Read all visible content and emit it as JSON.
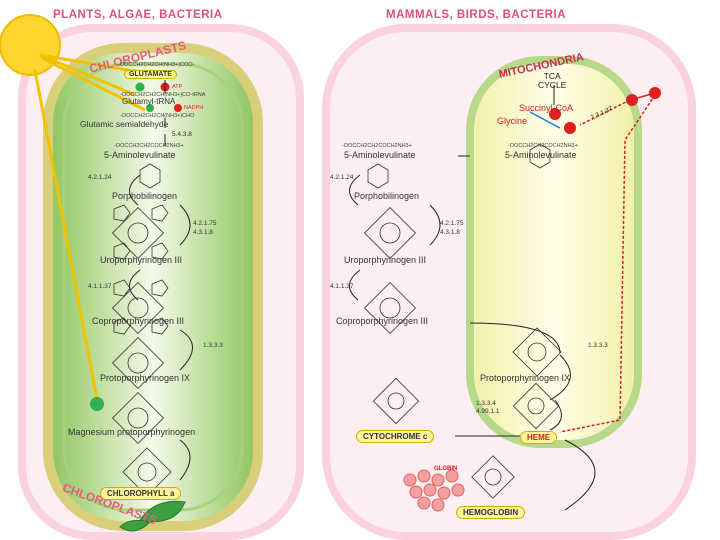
{
  "headers": {
    "left": "PLANTS, ALGAE, BACTERIA",
    "right": "MAMMALS, BIRDS, BACTERIA"
  },
  "organelles": {
    "chloroplast_top": "CHLOROPLASTS",
    "chloroplast_bottom": "CHLOROPLASTS",
    "mitochondria": "MITOCHONDRIA"
  },
  "left_pathway": {
    "glutamate": "GLUTAMATE",
    "glutamate_formula": "-OOCCH2CH2CH(NH3+)COO-",
    "trna_formula": "-OOCCH2CH2CH(NH3+)CO-tRNA",
    "trna_label": "Glutamyl-tRNA",
    "gsa_formula": "-OOCCH2CH2CH(NH3+)CHO",
    "gsa_label": "Glutamic semialdehyde",
    "ec_gsa": "5.4.3.8",
    "ala_formula": "-OOCCH2CH2COCH2NH3+",
    "ala": "5-Aminolevulinate",
    "ec_ala": "4.2.1.24",
    "pbg": "Porphobilinogen",
    "ec_pbg": "4.3.1.8",
    "ec_pbg2": "4.2.1.75",
    "uro": "Uroporphyrinogen III",
    "ec_uro": "4.1.1.37",
    "copro": "Coproporphyrinogen III",
    "ec_copro": "1.3.3.3",
    "proto": "Protoporphyrinogen IX",
    "mgproto": "Magnesium protoporphyrinogen",
    "chlorophyll": "CHLOROPHYLL a",
    "small_red_1": "ATP",
    "small_red_2": "NADPH"
  },
  "right_pathway": {
    "tca": "TCA",
    "cycle": "CYCLE",
    "succinyl": "Succinyl-CoA",
    "glycine": "Glycine",
    "ec_ala_synth": "2.3.1.37",
    "ala_formula": "-OOCCH2CH2COCH2NH3+",
    "ala_in": "5-Aminolevulinate",
    "ala": "5-Aminolevulinate",
    "ec_ala": "4.2.1.24",
    "pbg": "Porphobilinogen",
    "ec_pbg": "4.3.1.8",
    "ec_pbg2": "4.2.1.75",
    "uro": "Uroporphyrinogen III",
    "ec_uro": "4.1.1.37",
    "copro": "Coproporphyrinogen III",
    "ec_copro": "1.3.3.3",
    "proto": "Protoporphyrinogen IX",
    "ec_proto": "1.3.3.4",
    "ec_heme1": "1.3.3.4",
    "ec_heme2": "4.99.1.1",
    "cytochrome": "CYTOCHROME c",
    "heme": "HEME",
    "globin": "GLOBIN",
    "hemoglobin": "HEMOGLOBIN"
  },
  "colors": {
    "header": "#e05070",
    "outer_cell": "#fbd3de",
    "chloroplast_ring": "#d9cf7a",
    "chloroplast_green": "#a9d27a",
    "mito_ring": "#b9d98a",
    "mito_fill": "#fdf8c8",
    "pill_fill": "#fff59a",
    "sun": "#ffd62e",
    "red_node": "#e02020",
    "green_node": "#30b050"
  },
  "icons": {
    "sun": "sun-icon",
    "leaf": "leaf-icon",
    "blood_cells": "red-blood-cells-icon"
  }
}
